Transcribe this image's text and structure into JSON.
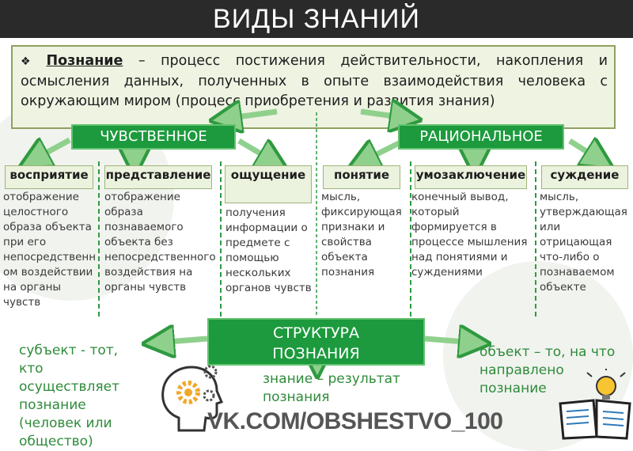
{
  "title": "ВИДЫ ЗНАНИЙ",
  "definition": {
    "term": "Познание",
    "text": " – процесс постижения действительности, накопления и осмысления данных, полученных в опыте взаимодействия человека с окружающим миром (процесс приобретения и развития знания)"
  },
  "branches": {
    "sensory": "ЧУВСТВЕННОЕ",
    "rational": "РАЦИОНАЛЬНОЕ"
  },
  "forms": [
    {
      "label": "восприятие",
      "desc": "отображение целостного образа объекта при его непосредственном воздействии на органы чувств"
    },
    {
      "label": "представление",
      "desc": "отображение образа познаваемого объекта без непосредственного воздействия на органы чувств"
    },
    {
      "label": "ощущение",
      "desc": "получения информации о предмете с помощью нескольких органов чувств"
    },
    {
      "label": "понятие",
      "desc": "мысль, фиксирующая признаки и свойства объекта познания"
    },
    {
      "label": "умозаключение",
      "desc": "конечный вывод, который формируется в процессе мышления над понятиями и суждениями"
    },
    {
      "label": "суждение",
      "desc": "мысль, утверждающая или отрицающая что-либо о познаваемом объекте"
    }
  ],
  "structure": {
    "title": "СТРУКТУРА ПОЗНАНИЯ",
    "subject": "субъект - тот, кто осуществляет познание (человек или общество)",
    "knowledge": "знание – результат познания",
    "object": "объект – то, на что направлено познание"
  },
  "brand": "VK.COM/OBSHESTVO_100",
  "colors": {
    "green": "#1c9a3d",
    "title_bg": "#2a2a2a",
    "box_bg": "#eef3e2",
    "text_green": "#2e8b3a"
  }
}
